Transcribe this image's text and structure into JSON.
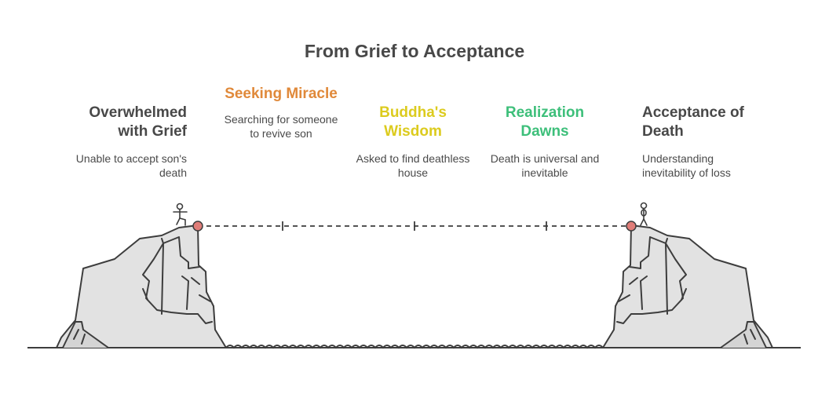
{
  "title": "From Grief to Acceptance",
  "steps": [
    {
      "title": "Overwhelmed with Grief",
      "description": "Unable to accept son's death",
      "color": "#484848"
    },
    {
      "title": "Seeking Miracle",
      "description": "Searching for someone to revive son",
      "color": "#E0893A"
    },
    {
      "title": "Buddha's Wisdom",
      "description": "Asked to find deathless house",
      "color": "#DCCB1E"
    },
    {
      "title": "Realization Dawns",
      "description": "Death is universal and inevitable",
      "color": "#3DBF7A"
    },
    {
      "title": "Acceptance of Death",
      "description": "Understanding inevitability of loss",
      "color": "#484848"
    }
  ],
  "colors": {
    "rock": "#e2e2e2",
    "stroke": "#3d3d3d",
    "endpoint": "#e07d78"
  },
  "icons": [
    "cliff-left",
    "cliff-right",
    "stick-figure-stepping",
    "stick-figure-standing",
    "rope-bridge-line",
    "water-waves"
  ]
}
